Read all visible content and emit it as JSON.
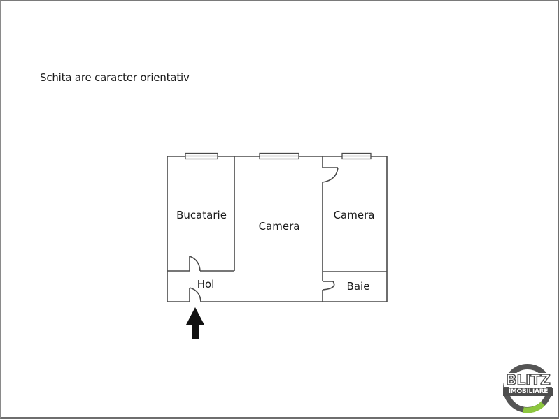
{
  "note": "Schita are caracter orientativ",
  "rooms": {
    "kitchen": "Bucatarie",
    "living": "Camera",
    "bedroom": "Camera",
    "hall": "Hol",
    "bathroom": "Baie"
  },
  "logo": {
    "brand": "BLITZ",
    "subtitle": "IMOBILIARE",
    "ring_color": "#555555",
    "accent_color": "#8dc63f"
  },
  "colors": {
    "walls": "#4a4a4a",
    "entrance_arrow": "#111111",
    "frame": "#7a7a7a"
  }
}
